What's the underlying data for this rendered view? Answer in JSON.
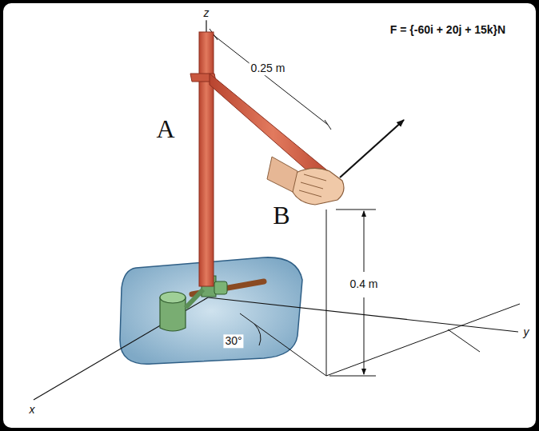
{
  "diagram": {
    "labels": [
      "z",
      "A",
      "0.25 m",
      "F = {-60i + 20j + 15k}N",
      "B",
      "0.4 m",
      "30°",
      "y",
      "x"
    ]
  }
}
